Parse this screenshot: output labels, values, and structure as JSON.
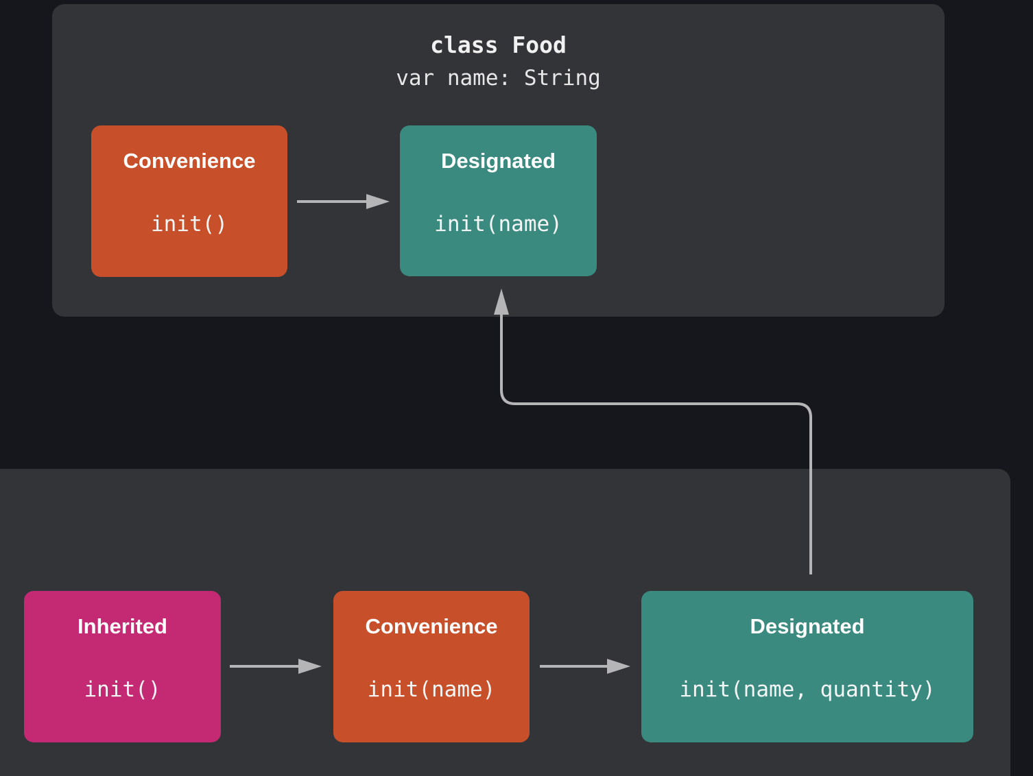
{
  "diagram": {
    "kind": "class-initializer-delegation",
    "superclass": {
      "title": "class Food",
      "property": "var name: String",
      "initializers": [
        {
          "label": "Convenience",
          "code": "init()",
          "kind": "convenience"
        },
        {
          "label": "Designated",
          "code": "init(name)",
          "kind": "designated"
        }
      ]
    },
    "subclass": {
      "initializers": [
        {
          "label": "Inherited",
          "code": "init()",
          "kind": "inherited"
        },
        {
          "label": "Convenience",
          "code": "init(name)",
          "kind": "convenience"
        },
        {
          "label": "Designated",
          "code": "init(name, quantity)",
          "kind": "designated"
        }
      ]
    },
    "arrows": [
      {
        "name": "food-convenience-to-designated",
        "from": "food.convenience",
        "to": "food.designated"
      },
      {
        "name": "sub-inherited-to-convenience",
        "from": "subclass.inherited",
        "to": "subclass.convenience"
      },
      {
        "name": "sub-convenience-to-designated",
        "from": "subclass.convenience",
        "to": "subclass.designated"
      },
      {
        "name": "sub-designated-to-super-designated",
        "from": "subclass.designated",
        "to": "food.designated"
      }
    ],
    "colors": {
      "background": "#16171c",
      "panel_gray": "#333438",
      "convenience_orange": "#c7502b",
      "designated_teal": "#3a8a80",
      "inherited_pink": "#c32a73",
      "arrow_gray": "#b5b5b7",
      "text_white": "#ffffff"
    }
  }
}
